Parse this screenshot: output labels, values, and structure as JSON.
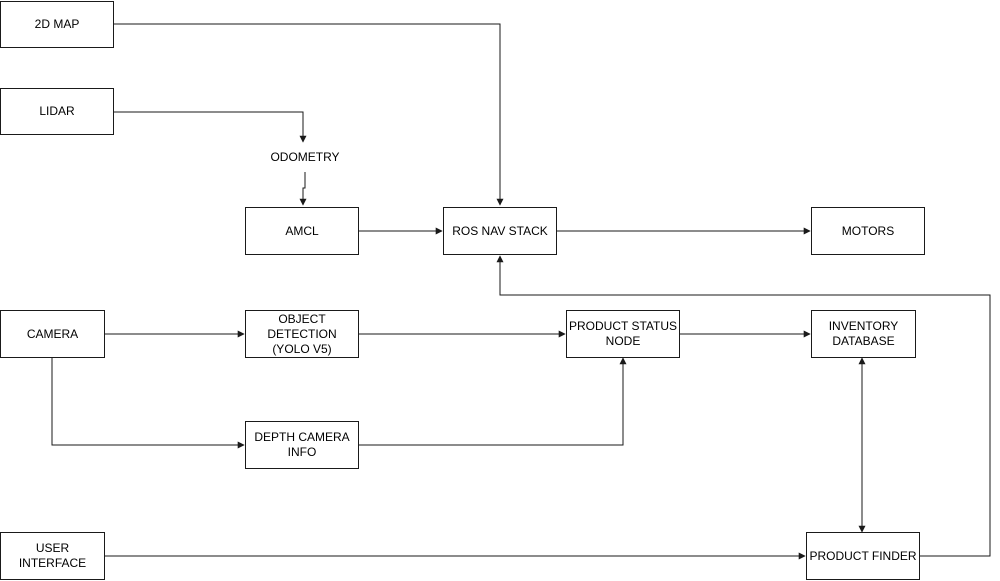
{
  "nodes": {
    "map2d": "2D MAP",
    "lidar": "LIDAR",
    "odometry": "ODOMETRY",
    "amcl": "AMCL",
    "rosnav": "ROS NAV STACK",
    "motors": "MOTORS",
    "camera": "CAMERA",
    "objdet": "OBJECT\nDETECTION\n(YOLO V5)",
    "depth": "DEPTH CAMERA\nINFO",
    "prodstatus": "PRODUCT STATUS\nNODE",
    "inventory": "INVENTORY\nDATABASE",
    "userif": "USER\nINTERFACE",
    "prodfinder": "PRODUCT FINDER"
  },
  "edges": [
    {
      "from": "map2d",
      "to": "rosnav"
    },
    {
      "from": "lidar",
      "to": "odometry"
    },
    {
      "from": "odometry",
      "to": "amcl"
    },
    {
      "from": "amcl",
      "to": "rosnav"
    },
    {
      "from": "rosnav",
      "to": "motors"
    },
    {
      "from": "camera",
      "to": "objdet"
    },
    {
      "from": "camera",
      "to": "depth"
    },
    {
      "from": "objdet",
      "to": "prodstatus"
    },
    {
      "from": "depth",
      "to": "prodstatus"
    },
    {
      "from": "prodstatus",
      "to": "inventory"
    },
    {
      "from": "inventory",
      "to": "prodfinder",
      "bidirectional": true
    },
    {
      "from": "userif",
      "to": "prodfinder"
    },
    {
      "from": "prodfinder",
      "to": "rosnav"
    }
  ]
}
